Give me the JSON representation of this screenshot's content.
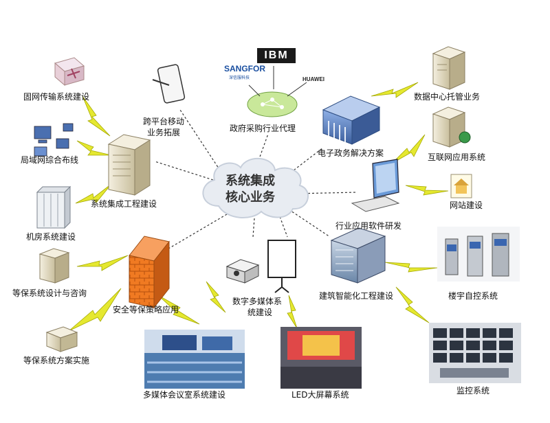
{
  "center": {
    "line1": "系统集成",
    "line2": "核心业务"
  },
  "logos": {
    "sangfor": "SANGFOR",
    "sangfor_sub": "深信服科技",
    "ibm": "IBM",
    "huawei": "HUAWEI"
  },
  "nodes": {
    "fixed_network": "固网传输系统建设",
    "lan_cabling": "局域网综合布线",
    "machine_room": "机房系统建设",
    "system_integration": "系统集成工程建设",
    "cross_platform_1": "跨平台移动",
    "cross_platform_2": "业务拓展",
    "gov_procurement": "政府采购行业代理",
    "e_gov": "电子政务解决方案",
    "data_center": "数据中心托管业务",
    "internet_app": "互联网应用系统",
    "website": "网站建设",
    "industry_software": "行业应用软件研发",
    "level_protect_design": "等保系统设计与咨询",
    "security_policy": "安全等保策略应用",
    "level_protect_impl": "等保系统方案实施",
    "multimedia_1": "数字多媒体系",
    "multimedia_2": "统建设",
    "smart_building": "建筑智能化工程建设",
    "building_control": "楼宇自控系统",
    "conference": "多媒体会议室系统建设",
    "led_screen": "LED大屏幕系统",
    "monitoring": "监控系统"
  },
  "colors": {
    "link_dash": "#333333",
    "bolt_yellow": "#e5e830",
    "bolt_stroke": "#a4a800",
    "cloud_fill": "#e8ecf2",
    "firewall_orange": "#f07a22",
    "server_beige": "#e8e0c8",
    "building_blue": "#5b7fc0"
  }
}
